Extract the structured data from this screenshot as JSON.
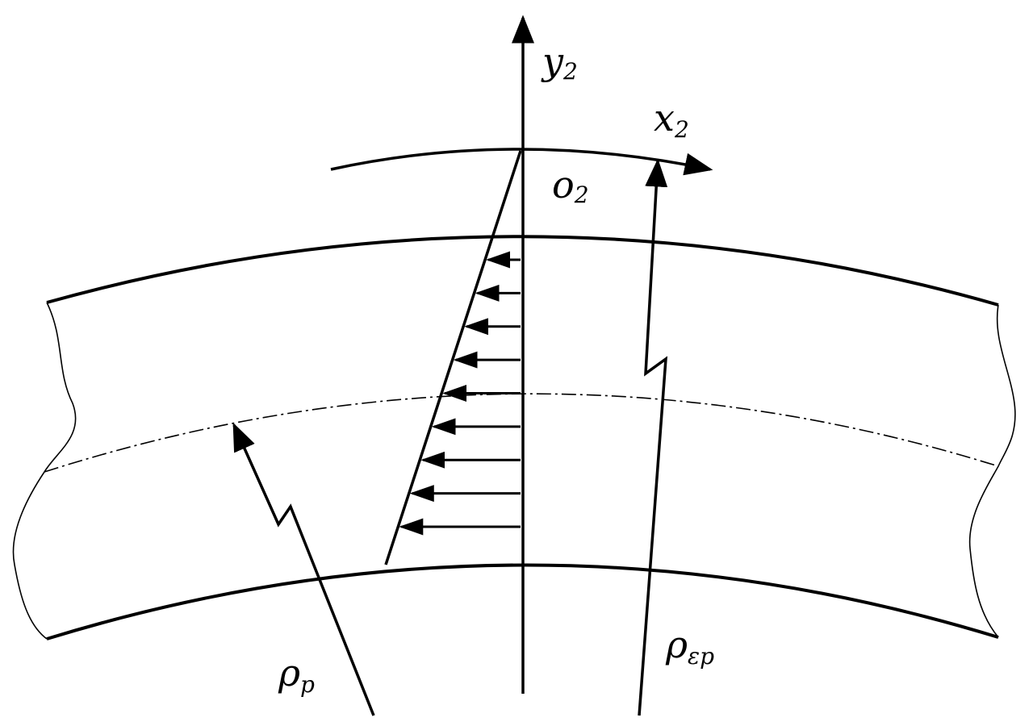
{
  "labels": {
    "y_axis": {
      "main": "y",
      "sub": "2"
    },
    "x_axis": {
      "main": "x",
      "sub": "2"
    },
    "origin": {
      "main": "o",
      "sub": "2"
    },
    "rho_p": {
      "main": "ρ",
      "sub": "p"
    },
    "rho_ep": {
      "main": "ρ",
      "sub": "εp"
    }
  },
  "stress_arrow_count": 9,
  "colors": {
    "ink": "#000000",
    "background": "#ffffff"
  }
}
